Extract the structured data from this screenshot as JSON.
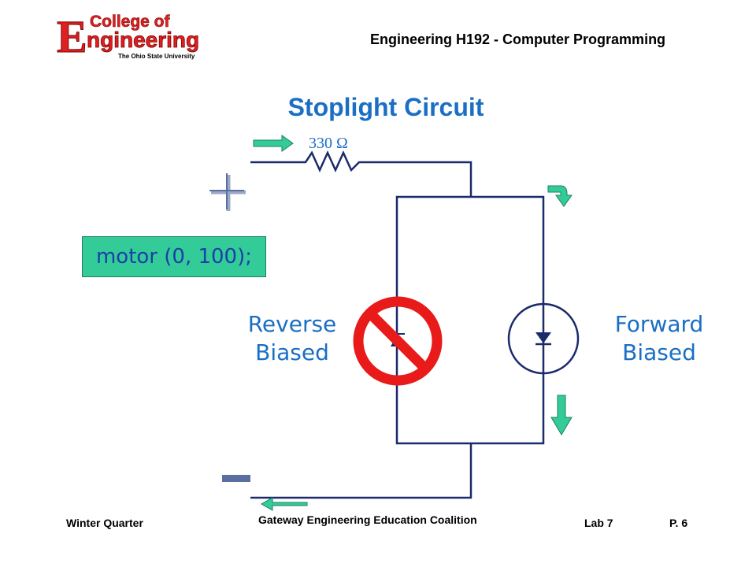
{
  "logo": {
    "big_letter": "E",
    "line1": "College of",
    "line2": "ngineering",
    "line3": "The Ohio State University"
  },
  "header": {
    "course_title": "Engineering H192  - Computer Programming"
  },
  "slide": {
    "title": "Stoplight Circuit"
  },
  "circuit": {
    "resistor_label": "330 Ω",
    "plus_sign": "+",
    "minus_sign": "-",
    "code_text": "motor (0, 100);",
    "reverse_label_line1": "Reverse",
    "reverse_label_line2": "Biased",
    "forward_label_line1": "Forward",
    "forward_label_line2": "Biased"
  },
  "colors": {
    "title_blue": "#1a6fc4",
    "code_box_green": "#33cc99",
    "arrow_green": "#33cc99",
    "prohibit_red": "#e81a1a",
    "logo_red": "#e02020",
    "wire": "#1a2a6c"
  },
  "footer": {
    "left": "Winter Quarter",
    "center": "Gateway Engineering Education Coalition",
    "lab": "Lab 7",
    "page": "P. 6"
  }
}
